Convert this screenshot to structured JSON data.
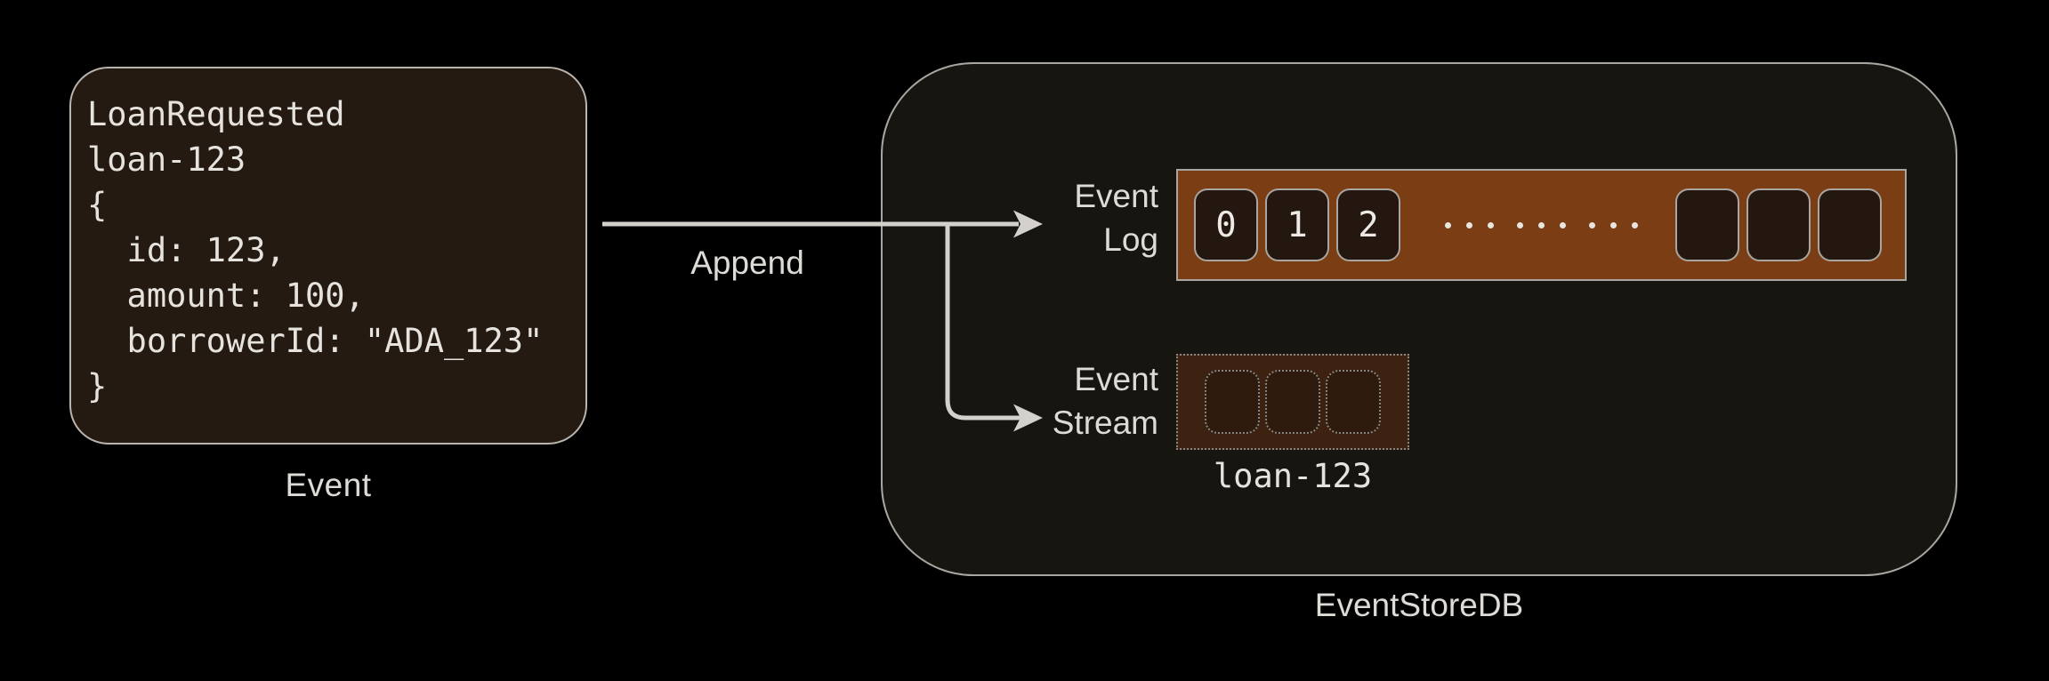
{
  "event_card": {
    "code": "LoanRequested\nloan-123\n{\n  id: 123,\n  amount: 100,\n  borrowerId: \"ADA_123\"\n}",
    "caption": "Event"
  },
  "flow": {
    "append_label": "Append",
    "arrow_color": "#D4D1CD"
  },
  "eventstore": {
    "caption": "EventStoreDB",
    "border_color": "#A9A5A0",
    "fill_color": "#17150F",
    "event_log": {
      "label": "Event\nLog",
      "bar_color": "#7B3E14",
      "cells": [
        "0",
        "1",
        "2"
      ],
      "ellipsis_groups": 3,
      "ellipsis_dots_per_group": 3,
      "empty_cells": 3
    },
    "event_stream": {
      "label": "Event\nStream",
      "bar_color": "#3D2211",
      "stream_name": "loan-123",
      "empty_cells": 3
    }
  }
}
